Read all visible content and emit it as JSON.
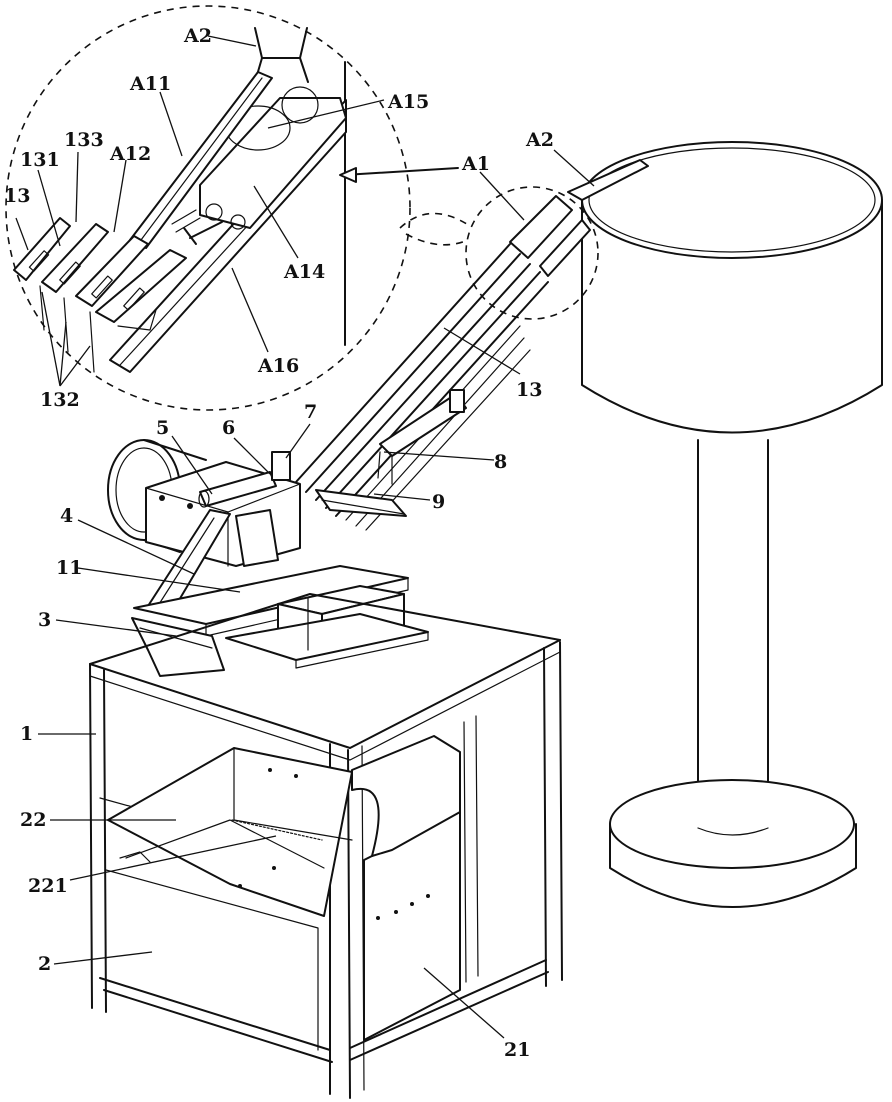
{
  "labels": {
    "A2_top": "A2",
    "A11": "A11",
    "A15": "A15",
    "A1": "A1",
    "A2_right": "A2",
    "133": "133",
    "131": "131",
    "A12": "A12",
    "13_left": "13",
    "A14": "A14",
    "A16": "A16",
    "132": "132",
    "13_right": "13",
    "5": "5",
    "6": "6",
    "7": "7",
    "8": "8",
    "9": "9",
    "4": "4",
    "11": "11",
    "3": "3",
    "1": "1",
    "22": "22",
    "221": "221",
    "2": "2",
    "21": "21"
  }
}
